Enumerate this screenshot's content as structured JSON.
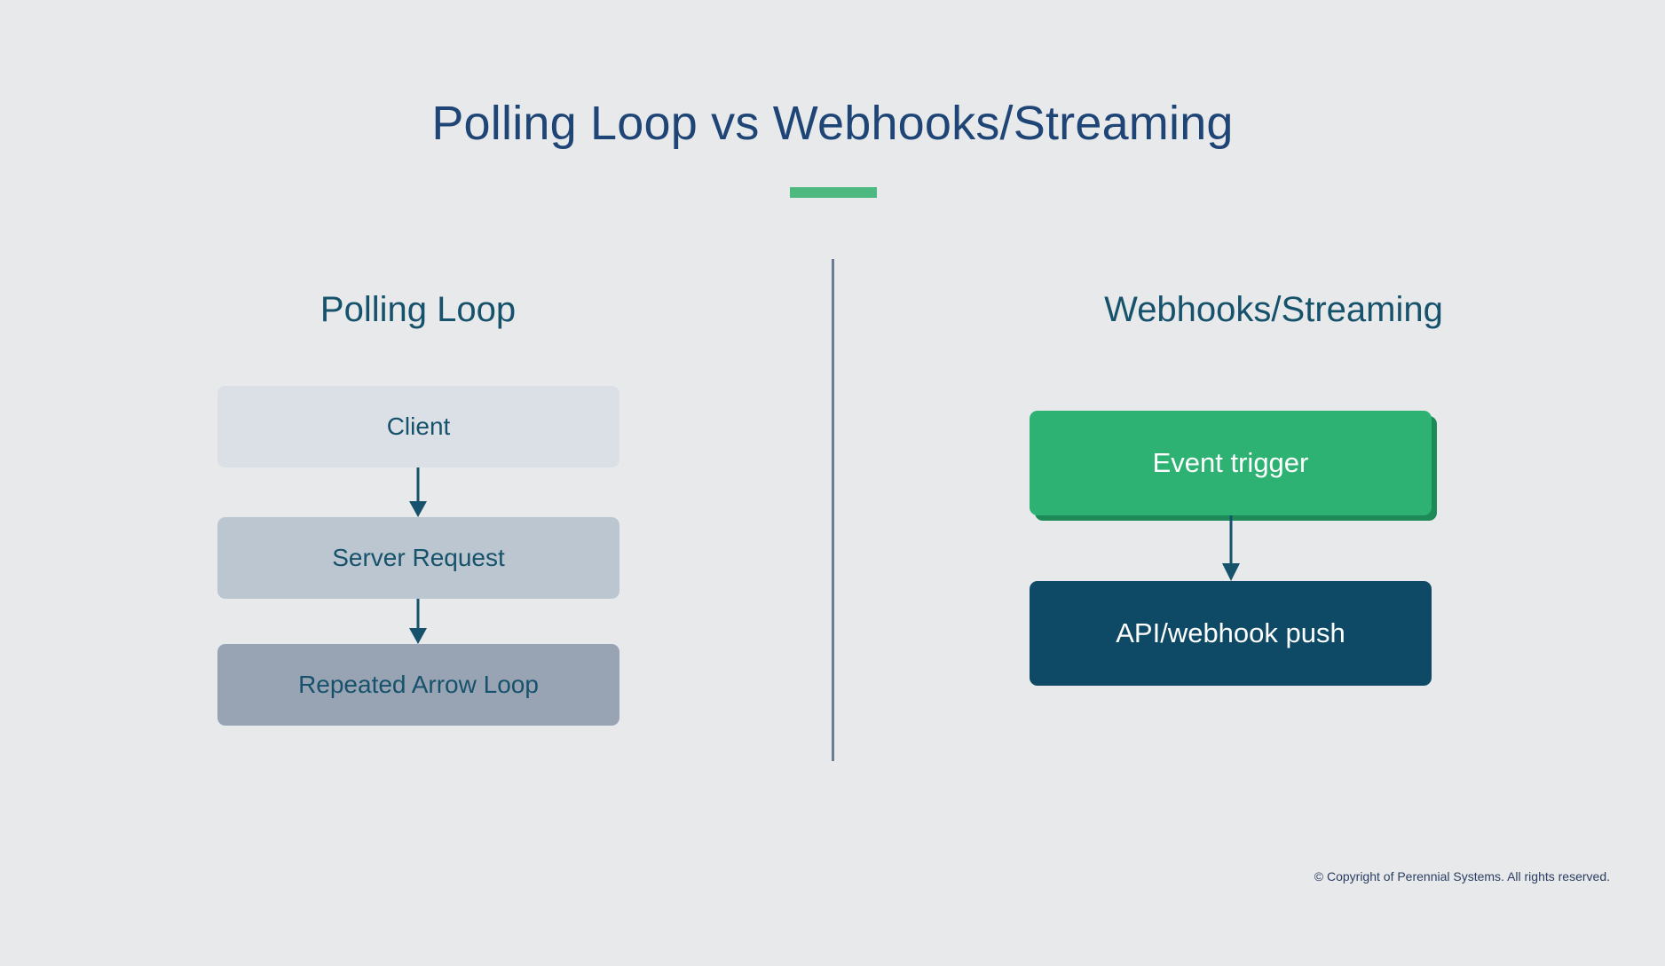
{
  "slide": {
    "title": "Polling Loop vs Webhooks/Streaming",
    "background_color": "#e7e9eb",
    "accent_color": "#4db880",
    "title_color": "#1f4576"
  },
  "columns": {
    "left": {
      "heading": "Polling Loop",
      "nodes": [
        {
          "label": "Client",
          "fill": "#dbe0e6",
          "text_color": "#16526b"
        },
        {
          "label": "Server Request",
          "fill": "#bcc6d0",
          "text_color": "#16526b"
        },
        {
          "label": "Repeated Arrow Loop",
          "fill": "#98a3b4",
          "text_color": "#16526b"
        }
      ]
    },
    "right": {
      "heading": "Webhooks/Streaming",
      "nodes": [
        {
          "label": "Event trigger",
          "fill": "#2eb273",
          "text_color": "#ffffff"
        },
        {
          "label": "API/webhook push",
          "fill": "#0e4a66",
          "text_color": "#ffffff"
        }
      ]
    }
  },
  "connectors": {
    "color": "#16526b",
    "count": 3
  },
  "footer": {
    "copyright": "© Copyright of Perennial Systems. All rights reserved."
  }
}
